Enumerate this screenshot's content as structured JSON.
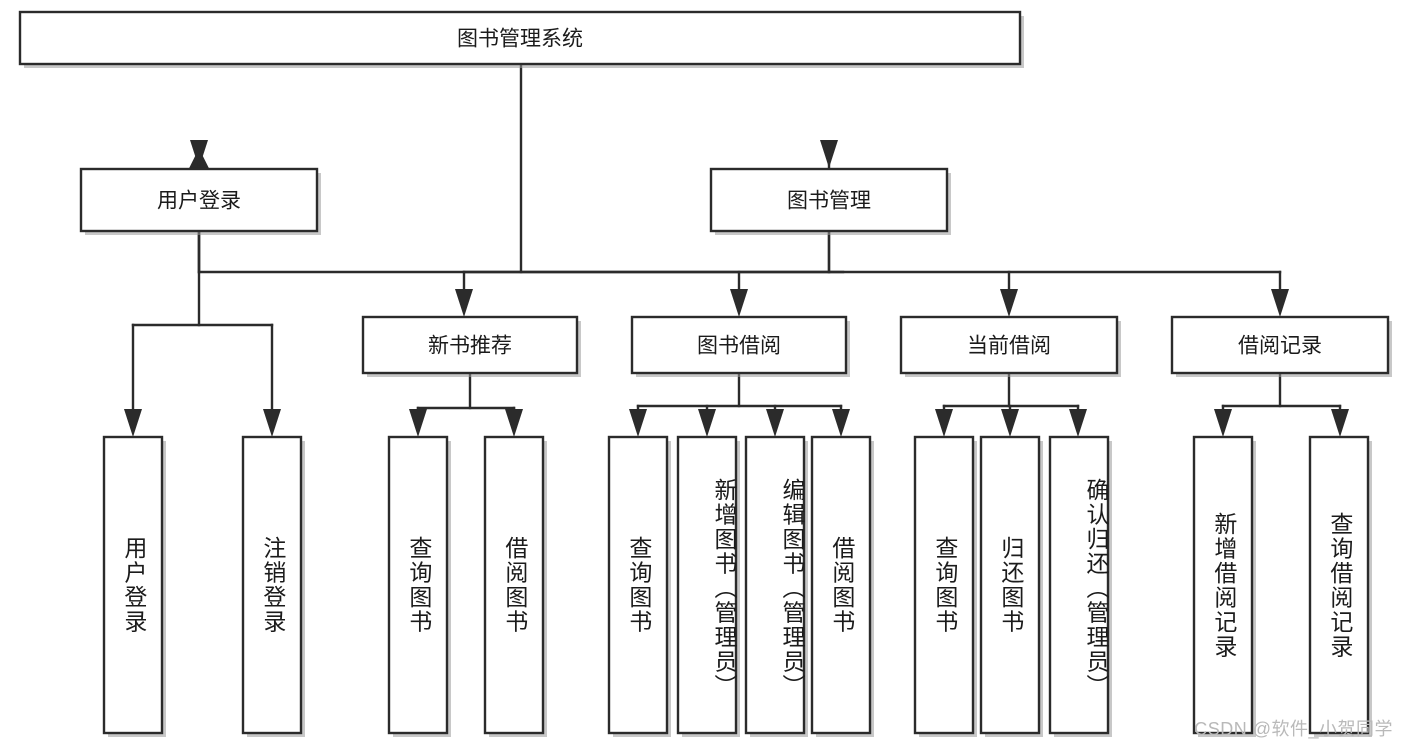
{
  "diagram": {
    "title": "图书管理系统",
    "type": "hierarchy-tree",
    "watermark": "CSDN @软件_小贺同学",
    "colors": {
      "box_stroke": "#2b2b2b",
      "box_fill": "#ffffff",
      "connector": "#2b2b2b",
      "text": "#1b1b1b",
      "watermark": "#b9b9b9",
      "background": "#ffffff"
    },
    "levels": {
      "root": {
        "label": "图书管理系统"
      },
      "level2": [
        {
          "id": "user-login",
          "label": "用户登录"
        },
        {
          "id": "book-management",
          "label": "图书管理"
        }
      ],
      "level3": [
        {
          "id": "new-book-recommend",
          "label": "新书推荐",
          "parent": "book-management"
        },
        {
          "id": "book-borrow",
          "label": "图书借阅",
          "parent": "book-management"
        },
        {
          "id": "current-borrow",
          "label": "当前借阅",
          "parent": "book-management"
        },
        {
          "id": "borrow-record",
          "label": "借阅记录",
          "parent": "book-management"
        }
      ],
      "leaves": {
        "user-login": [
          {
            "id": "leaf-user-login",
            "label": "用户登录"
          },
          {
            "id": "leaf-logout",
            "label": "注销登录"
          }
        ],
        "new-book-recommend": [
          {
            "id": "leaf-query-book-1",
            "label": "查询图书"
          },
          {
            "id": "leaf-borrow-book-1",
            "label": "借阅图书"
          }
        ],
        "book-borrow": [
          {
            "id": "leaf-query-book-2",
            "label": "查询图书"
          },
          {
            "id": "leaf-add-book",
            "label": "新增图书（管理员）"
          },
          {
            "id": "leaf-edit-book",
            "label": "编辑图书（管理员）"
          },
          {
            "id": "leaf-borrow-book-2",
            "label": "借阅图书"
          }
        ],
        "current-borrow": [
          {
            "id": "leaf-query-book-3",
            "label": "查询图书"
          },
          {
            "id": "leaf-return-book",
            "label": "归还图书"
          },
          {
            "id": "leaf-confirm-return",
            "label": "确认归还（管理员）"
          }
        ],
        "borrow-record": [
          {
            "id": "leaf-add-record",
            "label": "新增借阅记录"
          },
          {
            "id": "leaf-query-record",
            "label": "查询借阅记录"
          }
        ]
      }
    }
  }
}
